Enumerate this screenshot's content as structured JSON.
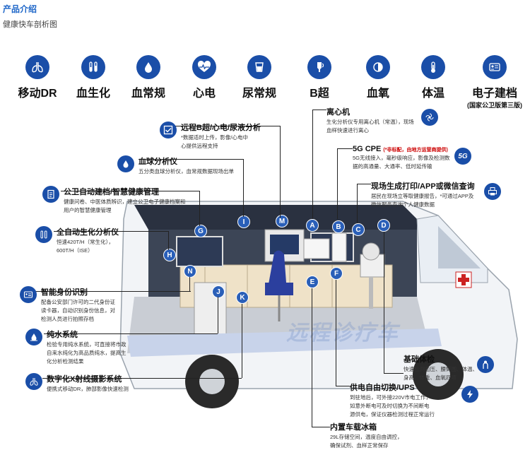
{
  "header": {
    "title": "产品介绍",
    "subtitle": "健康快车剖析图"
  },
  "features": [
    {
      "label": "移动DR",
      "icon": "lungs-icon"
    },
    {
      "label": "血生化",
      "icon": "test-tubes-icon"
    },
    {
      "label": "血常规",
      "icon": "blood-drop-icon"
    },
    {
      "label": "心电",
      "icon": "heartbeat-icon"
    },
    {
      "label": "尿常规",
      "icon": "urine-cup-icon"
    },
    {
      "label": "B超",
      "icon": "ultrasound-probe-icon"
    },
    {
      "label": "血氧",
      "icon": "oxygen-icon"
    },
    {
      "label": "体温",
      "icon": "thermometer-icon"
    },
    {
      "label": "电子建档",
      "sub": "(国家公卫版第三版)",
      "icon": "id-card-icon"
    }
  ],
  "callouts": {
    "remote": {
      "title": "远程B超/心电/尿液分析",
      "desc": [
        "*数据适时上传，影像/心电中",
        "心提供远程支持"
      ]
    },
    "blood": {
      "title": "血球分析仪",
      "desc": [
        "五分类血球分析仪，血常规数据现场出单"
      ]
    },
    "records": {
      "title": "公卫自动建档/智慧健康管理",
      "desc": [
        "健康问卷、中医体质辨识，建立公卫电子健康档案和",
        "用户的智慧健康管理"
      ]
    },
    "biochem": {
      "title": "全自动生化分析仪",
      "desc": [
        "恒速420T/H（常生化），",
        "600T/H（ISE）"
      ]
    },
    "identity": {
      "title": "智能身份识别",
      "desc": [
        "配备公安部门许可的二代身份证",
        "读卡器，自动识别身份信息，对",
        "检测人员进行拍照存档"
      ]
    },
    "water": {
      "title": "纯水系统",
      "desc": [
        "检验专用纯水系统，可直接将市政",
        "自来水纯化为高品质纯水，提高生",
        "化分析检测结果"
      ]
    },
    "xray": {
      "title": "数字化X射线摄影系统",
      "desc": [
        "便携式移动DR，肺部影像快速检测"
      ]
    },
    "centrifuge": {
      "title": "离心机",
      "desc": [
        "生化分析仪专用离心机（常温），现场",
        "血样快速进行离心"
      ]
    },
    "cpe": {
      "title": "5G CPE",
      "note": "(*非标配，由地方运营商提供)",
      "desc": [
        "5G无线接入，毫秒级响应，影像及检测数",
        "据的高通量、大通率、低时延传输"
      ]
    },
    "print": {
      "title": "现场生成打印/APP或微信查询",
      "desc": [
        "居民在现场立等取健康报告，*可通过APP及",
        "微信服务查询个人健康数据"
      ]
    },
    "basic": {
      "title": "基础体检",
      "desc": [
        "快速检测血压、腰臀围、体温、",
        "身高、体重、血氧四项"
      ]
    },
    "power": {
      "title": "供电自由切换/UPS",
      "desc": [
        "到驻地后，可外接220V市电工作，",
        "如意外断电可及时切换为不间断电",
        "源供电，保证仪器检测过程正常运行"
      ]
    },
    "fridge": {
      "title": "内置车载冰箱",
      "desc": [
        "29L存储空间，温度自由调控，",
        "确保试剂、血样正常保存"
      ]
    }
  },
  "cpe_badge": "5G",
  "markers": [
    "A",
    "B",
    "C",
    "D",
    "E",
    "F",
    "G",
    "H",
    "I",
    "J",
    "K",
    "M",
    "N"
  ],
  "watermark": "远程诊疗车",
  "colors": {
    "accent": "#1a4ea8",
    "title_blue": "#1e66c8",
    "note_red": "#cc0000"
  }
}
